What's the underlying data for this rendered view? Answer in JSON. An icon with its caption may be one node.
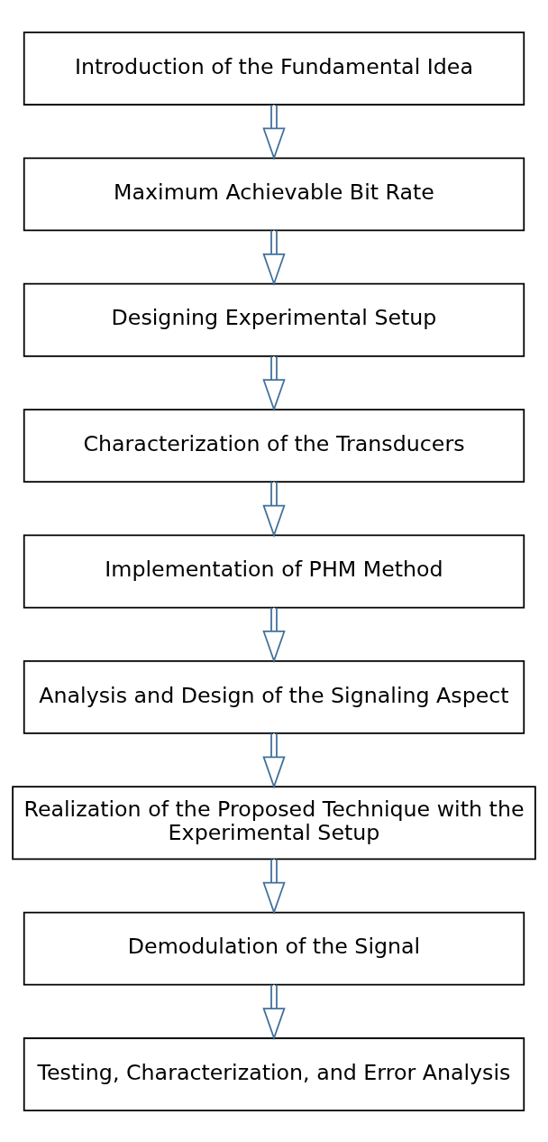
{
  "diagram": {
    "nodes": [
      {
        "text": [
          "Introduction of the Fundamental Idea"
        ]
      },
      {
        "text": [
          "Maximum Achievable Bit Rate"
        ]
      },
      {
        "text": [
          "Designing Experimental Setup"
        ]
      },
      {
        "text": [
          "Characterization of the Transducers"
        ]
      },
      {
        "text": [
          "Implementation of PHM Method"
        ]
      },
      {
        "text": [
          "Analysis and Design of the Signaling Aspect"
        ]
      },
      {
        "text": [
          "Realization of the Proposed Technique with the Experimental Setup"
        ]
      },
      {
        "text": [
          "Demodulation of the Signal"
        ]
      },
      {
        "text": [
          "Testing, Characterization, and Error Analysis"
        ]
      }
    ],
    "edges": [
      {
        "from": 0,
        "to": 1,
        "arrow": "to"
      },
      {
        "from": 1,
        "to": 2,
        "arrow": "to"
      },
      {
        "from": 2,
        "to": 3,
        "arrow": "to"
      },
      {
        "from": 3,
        "to": 4,
        "arrow": "to"
      },
      {
        "from": 4,
        "to": 5,
        "arrow": "to"
      },
      {
        "from": 5,
        "to": 6,
        "arrow": "to"
      },
      {
        "from": 6,
        "to": 7,
        "arrow": "to"
      },
      {
        "from": 7,
        "to": 8,
        "arrow": "to"
      }
    ]
  }
}
